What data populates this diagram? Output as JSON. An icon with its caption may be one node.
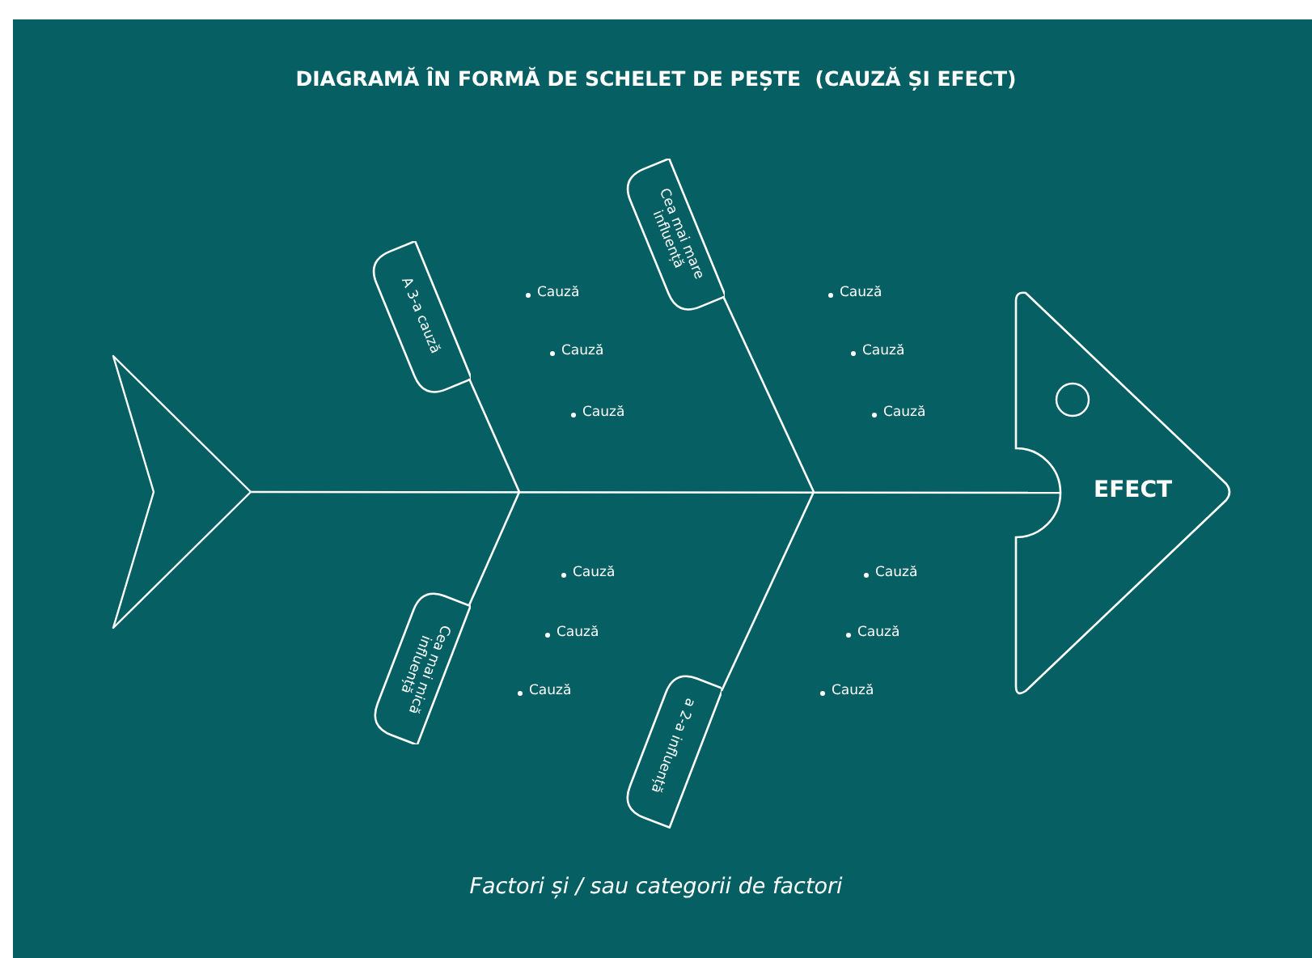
{
  "diagram": {
    "title": "DIAGRAMĂ ÎN FORMĂ DE SCHELET DE PEȘTE  (CAUZĂ ȘI EFECT)",
    "caption": "Factori și / sau categorii de factori",
    "nodes": [
      {
        "text": [],
        "shape": "triangle"
      },
      {
        "text": [
          "A 3-a cauză"
        ]
      },
      {
        "text": [
          "Cea mai mare influență"
        ]
      },
      {
        "text": [
          "EFECT"
        ]
      },
      {
        "text": [
          "Cea mai mică influență"
        ]
      },
      {
        "text": [
          "a 2-a influență"
        ]
      }
    ],
    "edges": [
      {
        "from": 0,
        "to": 3,
        "arrow": "none"
      },
      {
        "from": 1,
        "to": null,
        "arrow": "none"
      },
      {
        "from": 2,
        "to": null,
        "arrow": "none"
      },
      {
        "from": 4,
        "to": null,
        "arrow": "none"
      },
      {
        "from": 5,
        "to": null,
        "arrow": "none"
      }
    ],
    "labels": [
      "Cauză",
      "Cauză",
      "Cauză",
      "Cauză",
      "Cauză",
      "Cauză",
      "Cauză",
      "Cauză",
      "Cauză",
      "Cauză",
      "Cauză",
      "Cauză"
    ]
  }
}
